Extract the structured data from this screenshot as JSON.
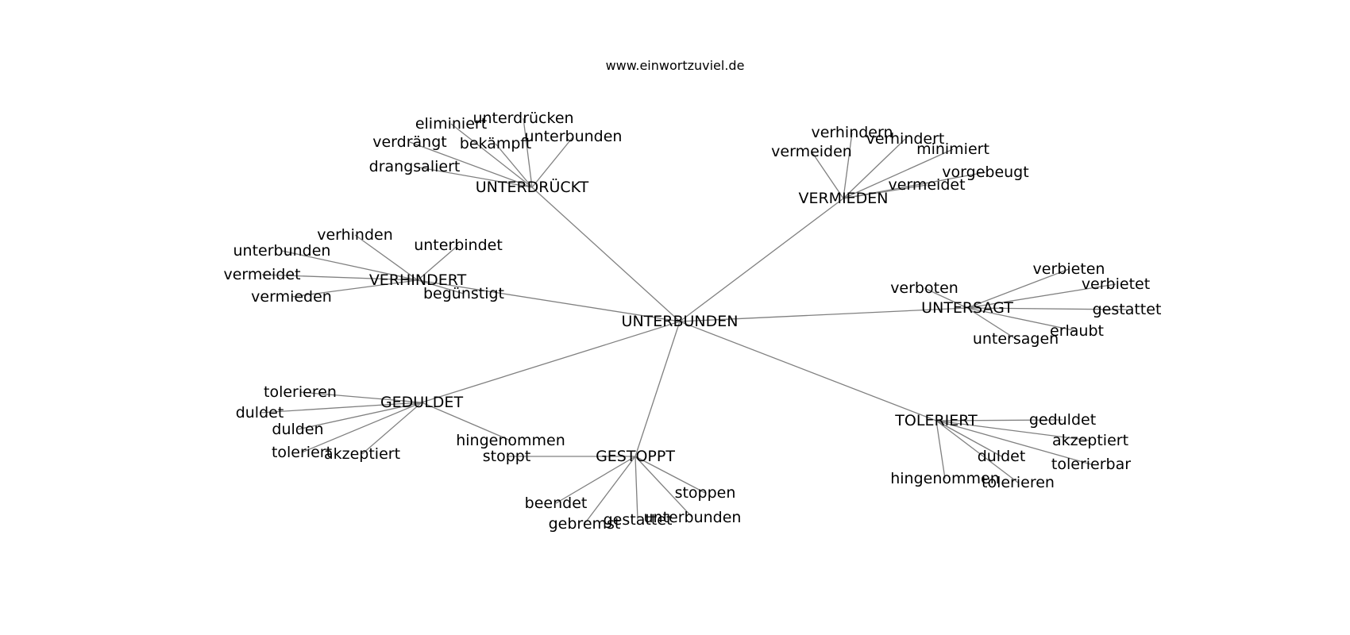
{
  "header": {
    "site_url": "www.einwortzuviel.de"
  },
  "graph": {
    "edge_color": "#808080",
    "text_color": "#000000",
    "center": {
      "id": "n_center",
      "label": "UNTERBUNDEN"
    },
    "clusters": [
      {
        "id": "c_unterdrueckt",
        "label": "UNTERDRÜCKT",
        "leaves": [
          "eliminiert",
          "unterdrücken",
          "verdrängt",
          "bekämpft",
          "unterbunden",
          "drangsaliert"
        ]
      },
      {
        "id": "c_vermieden",
        "label": "VERMIEDEN",
        "leaves": [
          "verhindern",
          "verhindert",
          "vermeiden",
          "minimiert",
          "vorgebeugt",
          "vermeidet"
        ]
      },
      {
        "id": "c_verhindert",
        "label": "VERHINDERT",
        "leaves": [
          "verhinden",
          "unterbindet",
          "unterbunden",
          "vermeidet",
          "vermieden",
          "begünstigt"
        ]
      },
      {
        "id": "c_untersagt",
        "label": "UNTERSAGT",
        "leaves": [
          "verbieten",
          "verbietet",
          "verboten",
          "gestattet",
          "erlaubt",
          "untersagen"
        ]
      },
      {
        "id": "c_geduldet",
        "label": "GEDULDET",
        "leaves": [
          "tolerieren",
          "duldet",
          "dulden",
          "toleriert",
          "akzeptiert",
          "hingenommen"
        ]
      },
      {
        "id": "c_gestoppt",
        "label": "GESTOPPT",
        "leaves": [
          "stoppt",
          "stoppen",
          "beendet",
          "gebremst",
          "gestattet",
          "unterbunden"
        ]
      },
      {
        "id": "c_toleriert",
        "label": "TOLERIERT",
        "leaves": [
          "geduldet",
          "akzeptiert",
          "duldet",
          "tolerierbar",
          "hingenommen",
          "tolerieren"
        ]
      }
    ]
  }
}
